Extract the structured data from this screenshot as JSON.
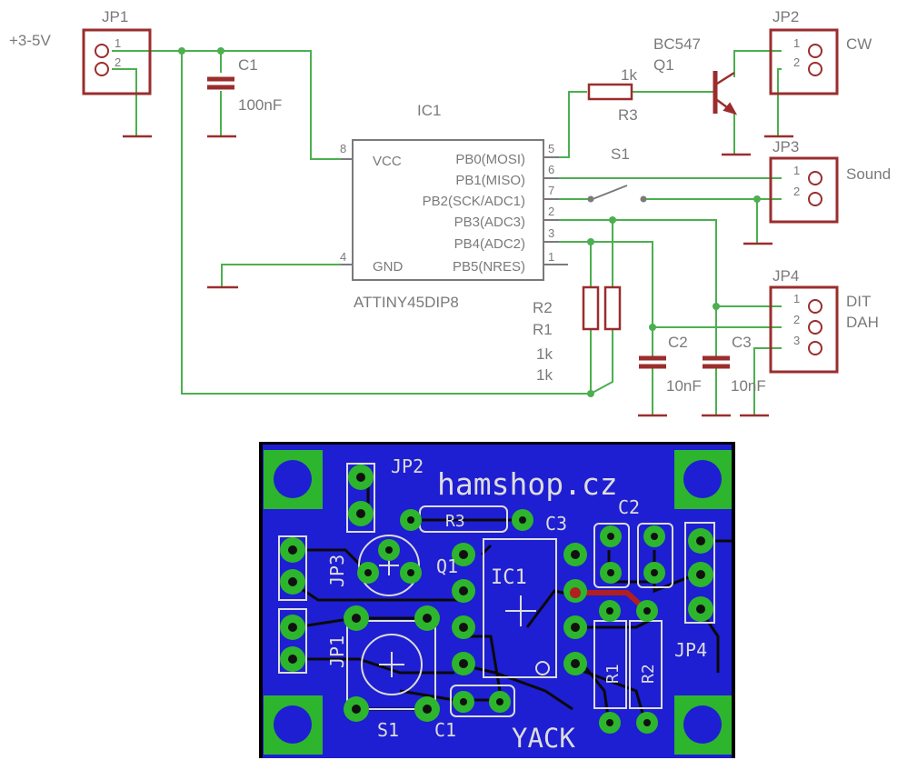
{
  "schematic": {
    "jp1": {
      "name": "JP1",
      "label": "+3-5V",
      "pins": [
        "1",
        "2"
      ]
    },
    "c1": {
      "name": "C1",
      "value": "100nF"
    },
    "ic1": {
      "name": "IC1",
      "part": "ATTINY45DIP8",
      "left_pins": [
        {
          "num": "8",
          "label": "VCC"
        },
        {
          "num": "4",
          "label": "GND"
        }
      ],
      "right_pins": [
        {
          "num": "5",
          "label": "PB0(MOSI)"
        },
        {
          "num": "6",
          "label": "PB1(MISO)"
        },
        {
          "num": "7",
          "label": "PB2(SCK/ADC1)"
        },
        {
          "num": "2",
          "label": "PB3(ADC3)"
        },
        {
          "num": "3",
          "label": "PB4(ADC2)"
        },
        {
          "num": "1",
          "label": "PB5(NRES)"
        }
      ]
    },
    "r3": {
      "name": "R3",
      "value": "1k"
    },
    "q1": {
      "name": "Q1",
      "part": "BC547"
    },
    "s1": {
      "name": "S1"
    },
    "r2": {
      "name": "R2",
      "value": "1k"
    },
    "r1": {
      "name": "R1",
      "value": "1k"
    },
    "c2": {
      "name": "C2",
      "value": "10nF"
    },
    "c3": {
      "name": "C3",
      "value": "10nF"
    },
    "jp2": {
      "name": "JP2",
      "label": "CW",
      "pins": [
        "1",
        "2"
      ]
    },
    "jp3": {
      "name": "JP3",
      "label": "Sound",
      "pins": [
        "1",
        "2"
      ]
    },
    "jp4": {
      "name": "JP4",
      "labels": [
        "DIT",
        "DAH"
      ],
      "pins": [
        "1",
        "2",
        "3"
      ]
    }
  },
  "pcb": {
    "brand": "hamshop.cz",
    "title": "YACK",
    "refs": [
      "JP2",
      "R3",
      "C3",
      "C2",
      "JP3",
      "Q1",
      "IC1",
      "JP1",
      "R1",
      "R2",
      "JP4",
      "S1",
      "C1"
    ]
  },
  "colors": {
    "wire": "#4caf50",
    "part": "#9b2d2d",
    "text": "#7a7a7a",
    "board": "#1e1ed2",
    "pad": "#2db52d",
    "silk": "#dcdcdc",
    "trace_red": "#b02020"
  }
}
